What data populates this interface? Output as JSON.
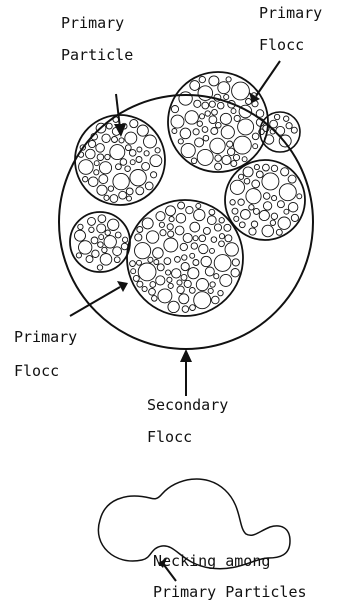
{
  "labels": {
    "primary_particle_line1": "Primary",
    "primary_particle_line2": "Particle",
    "primary_flocc_top_line1": "Primary",
    "primary_flocc_top_line2": "Flocc",
    "primary_flocc_left_line1": "Primary",
    "primary_flocc_left_line2": "Flocc",
    "secondary_flocc_line1": "Secondary",
    "secondary_flocc_line2": "Flocc",
    "necking_line1": "Necking among",
    "necking_line2": "Primary Particles"
  },
  "colors": {
    "ink": "#111111",
    "background": "#ffffff"
  }
}
